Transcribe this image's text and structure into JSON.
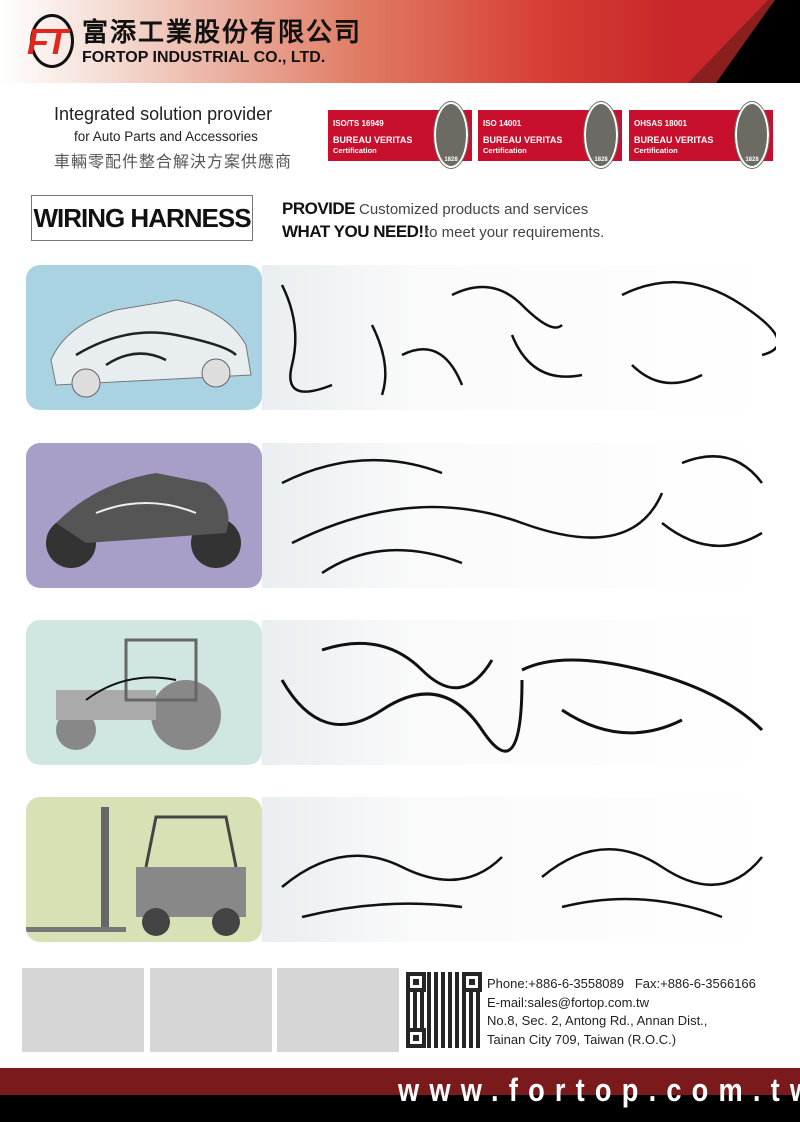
{
  "header": {
    "logo_text": "FT",
    "company_cn": "富添工業股份有限公司",
    "company_en": "FORTOP INDUSTRIAL CO., LTD."
  },
  "tagline": {
    "line1": "Integrated solution provider",
    "line2": "for Auto Parts and Accessories",
    "line3": "車輛零配件整合解決方案供應商"
  },
  "certs": [
    {
      "standard": "ISO/TS 16949",
      "body": "BUREAU VERITAS",
      "label": "Certification",
      "seal_year": "1828"
    },
    {
      "standard": "ISO 14001",
      "body": "BUREAU VERITAS",
      "label": "Certification",
      "seal_year": "1828"
    },
    {
      "standard": "OHSAS 18001",
      "body": "BUREAU VERITAS",
      "label": "Certification",
      "seal_year": "1828"
    }
  ],
  "product_title": "WIRING HARNESS",
  "slogan": {
    "provide": "PROVIDE",
    "provide_text": "Customized products and services",
    "need": "WHAT YOU NEED!!",
    "need_text": "to meet your requirements."
  },
  "sections": [
    {
      "name": "car",
      "color": "#a9d3e3"
    },
    {
      "name": "motorcycle",
      "color": "#a89ec8"
    },
    {
      "name": "tractor",
      "color": "#cfe6e3"
    },
    {
      "name": "forklift",
      "color": "#d6e1b5"
    }
  ],
  "contact": {
    "phone": "Phone:+886-6-3558089",
    "fax": "Fax:+886-6-3566166",
    "email": "E-mail:sales@fortop.com.tw",
    "address1": "No.8, Sec. 2, Antong Rd., Annan Dist.,",
    "address2": "Tainan City 709, Taiwan (R.O.C.)"
  },
  "website": "www.fortop.com.tw"
}
